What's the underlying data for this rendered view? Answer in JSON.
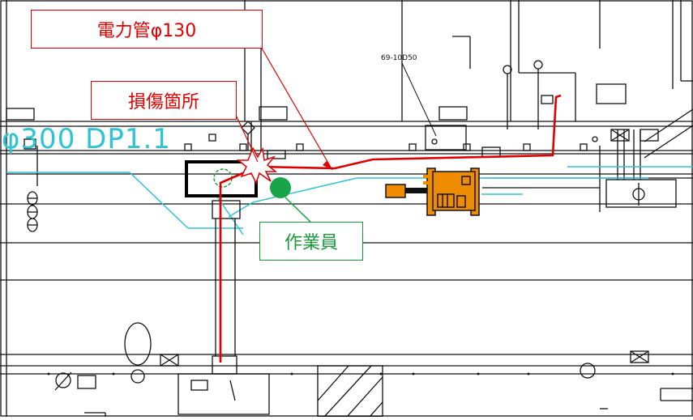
{
  "callouts": {
    "power_pipe": "電力管φ130",
    "damage_location": "損傷箇所",
    "worker": "作業員"
  },
  "drawing_text": {
    "existing_pipe": "φ300 DP1.1",
    "drawing_ref": "69-10D50"
  },
  "colors": {
    "power_pipe": "#e00000",
    "worker": "#1aa44a",
    "excavator": "#f08c00",
    "existing_pipe": "#2ec4d6",
    "linework": "#111111"
  }
}
